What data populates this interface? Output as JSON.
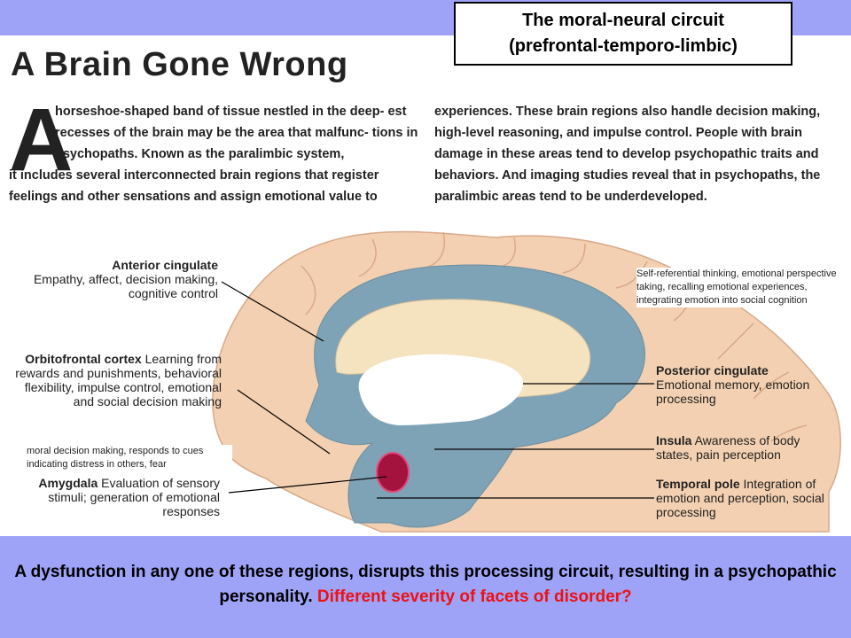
{
  "title": {
    "line1": "The moral-neural circuit",
    "line2": "(prefrontal-temporo-limbic)"
  },
  "article": {
    "headline": "A Brain Gone Wrong",
    "dropcap": "A",
    "intro_left_1": "horseshoe-shaped band of tissue nestled in the deep- est recesses of the brain may be the area that malfunc- tions in psychopaths. Known as the paralimbic system,",
    "intro_left_2": "it includes several interconnected brain regions that register feelings and other sensations and assign emotional value to",
    "intro_right": "experiences. These brain regions also handle decision making, high-level reasoning, and impulse control. People with brain damage in these areas tend to develop psychopathic traits and behaviors. And imaging studies reveal that in psychopaths, the paralimbic areas tend to be underdeveloped."
  },
  "regions": {
    "anterior_cingulate": {
      "name": "Anterior cingulate",
      "desc": "Empathy, affect, decision making, cognitive control"
    },
    "orbitofrontal": {
      "name": "Orbitofrontal cortex",
      "desc": "Learning from rewards and punishments, behavioral flexibility, impulse control, emotional and social decision making"
    },
    "amygdala": {
      "name": "Amygdala",
      "desc": "Evaluation of sensory stimuli; generation of emotional responses"
    },
    "posterior_cingulate": {
      "name": "Posterior cingulate",
      "desc": "Emotional memory, emotion processing"
    },
    "insula": {
      "name": "Insula",
      "desc": "Awareness of body states, pain perception"
    },
    "temporal_pole": {
      "name": "Temporal pole",
      "desc": "Integration of emotion and perception, social processing"
    }
  },
  "notes": {
    "posterior": "Self-referential thinking, emotional perspective taking, recalling emotional experiences, integrating emotion into social cognition",
    "amygdala": "moral decision making, responds to cues indicating distress in others, fear"
  },
  "footer": {
    "main": "A dysfunction in any one of these regions, disrupts this processing circuit, resulting in a psychopathic personality.",
    "question": "Different severity of facets of disorder?"
  },
  "colors": {
    "band": "#9ea3f8",
    "brain": "#f3d0b1",
    "limbic": "#7fa3b6",
    "corpus": "#f5e3c0",
    "amygdala": "#a4123e",
    "question": "#ee1111"
  }
}
